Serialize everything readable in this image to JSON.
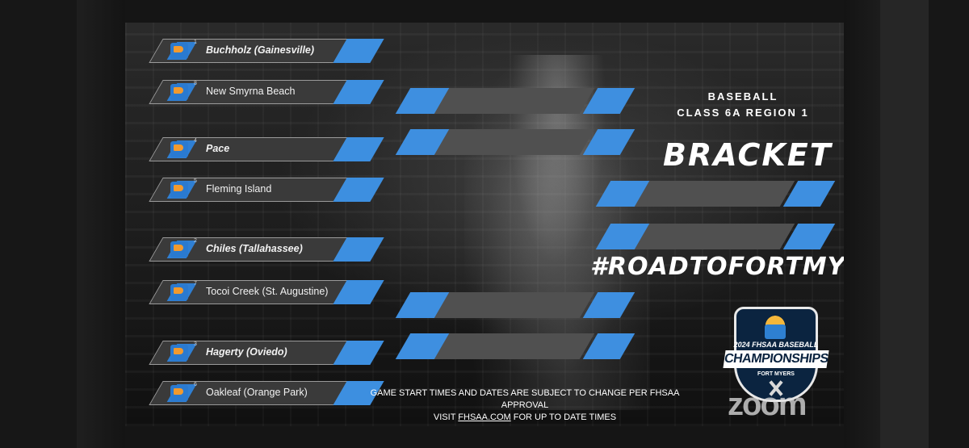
{
  "header": {
    "sport": "BASEBALL",
    "class_region": "CLASS 6A REGION 1",
    "bracket_title": "BRACKET",
    "hashtag": "#ROADTOFORTMYERS"
  },
  "teams": [
    {
      "seed": "1",
      "name": "Buchholz (Gainesville)",
      "bold": true
    },
    {
      "seed": "8",
      "name": "New Smyrna Beach",
      "bold": false
    },
    {
      "seed": "4",
      "name": "Pace",
      "bold": true
    },
    {
      "seed": "5",
      "name": "Fleming Island",
      "bold": false
    },
    {
      "seed": "2",
      "name": "Chiles (Tallahassee)",
      "bold": true
    },
    {
      "seed": "7",
      "name": "Tocoi Creek (St. Augustine)",
      "bold": false
    },
    {
      "seed": "3",
      "name": "Hagerty (Oviedo)",
      "bold": true
    },
    {
      "seed": "6",
      "name": "Oakleaf (Orange Park)",
      "bold": false
    }
  ],
  "logo": {
    "year_line": "2024 FHSAA BASEBALL",
    "championships": "CHAMPIONSHIPS",
    "city": "FORT MYERS"
  },
  "footer": {
    "line1": "GAME START TIMES AND DATES ARE SUBJECT TO CHANGE PER FHSAA",
    "line2": "APPROVAL",
    "visit": "VISIT ",
    "link": "FHSAA.COM",
    "tail": " FOR UP TO DATE TIMES"
  },
  "watermark": "zoom",
  "colors": {
    "accent_blue": "#3d8fe0",
    "box_gray": "#3a3a3a",
    "background": "#121212"
  }
}
